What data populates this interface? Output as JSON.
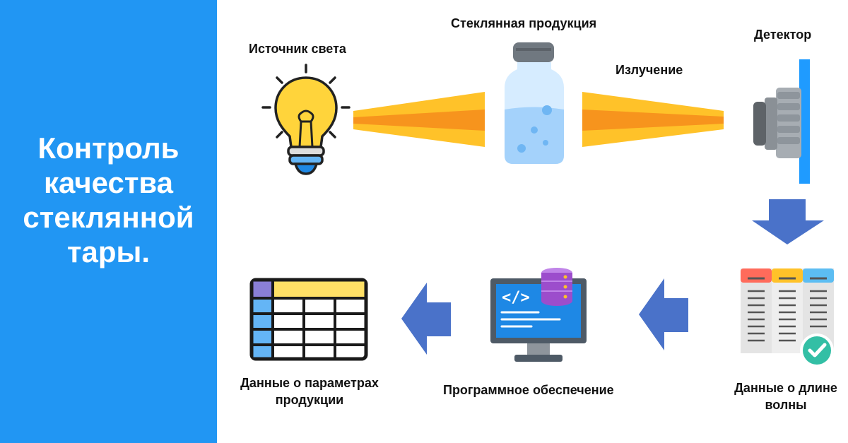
{
  "sidebar": {
    "title": "Контроль\nкачества\nстеклянной\nтары.",
    "background_color": "#2196f3"
  },
  "diagram": {
    "labels": {
      "light_source": "Источник света",
      "glass_product": "Стеклянная продукция",
      "radiation": "Излучение",
      "detector": "Детектор",
      "wavelength_data": "Данные о длине\nволны",
      "software": "Программное обеспечение",
      "product_params": "Данные о параметрах\nпродукции"
    },
    "icons": {
      "light_source": "light-bulb-icon",
      "glass_product": "glass-vial-icon",
      "detector": "detector-icon",
      "wavelength_data": "data-table-check-icon",
      "software": "computer-code-database-icon",
      "product_params": "spreadsheet-icon"
    },
    "colors": {
      "beam_outer": "#ffc229",
      "beam_inner": "#f7941d",
      "arrow": "#4a72c9",
      "detector_bar": "#1f9bff"
    }
  }
}
